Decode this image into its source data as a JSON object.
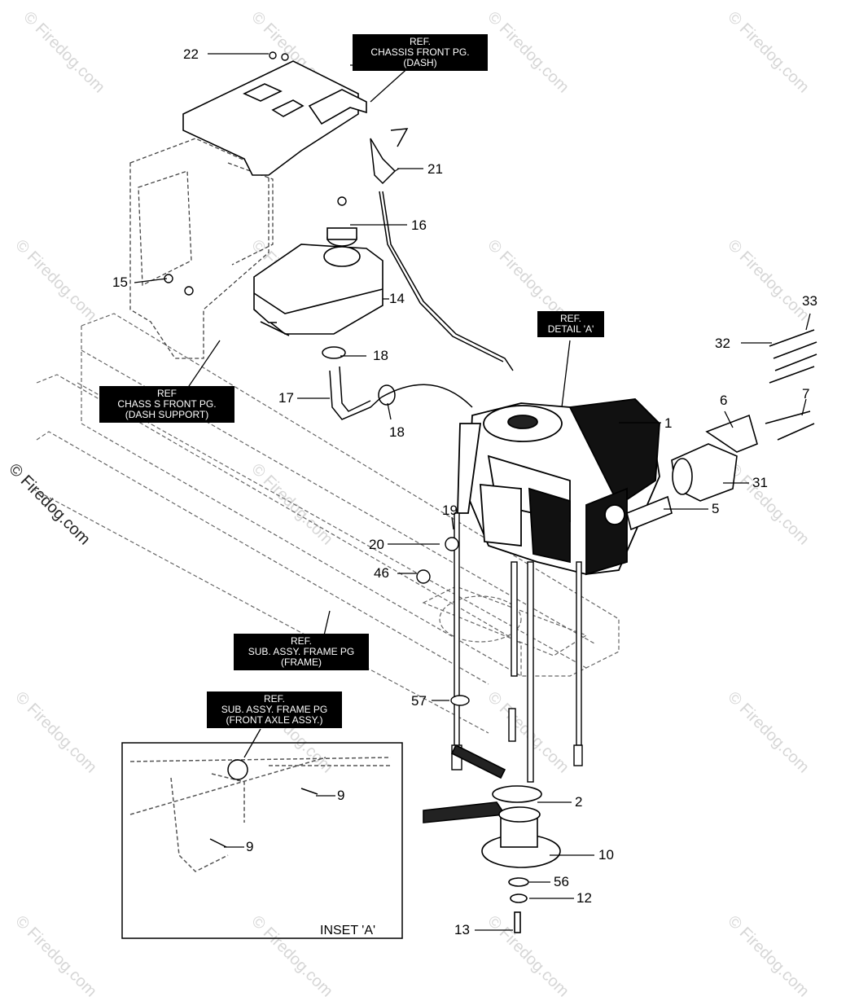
{
  "watermark": {
    "text": "© Firedog.com",
    "color": "#d6d6d6",
    "side_color": "#222222"
  },
  "callouts": {
    "chassis_dash": [
      "REF.",
      "CHASSIS FRONT PG.",
      "(DASH)"
    ],
    "detail_a": [
      "REF.",
      "DETAIL 'A'"
    ],
    "dash_support": [
      "REF",
      "CHASS S FRONT PG.",
      "(DASH SUPPORT)"
    ],
    "frame": [
      "REF.",
      "SUB. ASSY. FRAME PG",
      "(FRAME)"
    ],
    "front_axle": [
      "REF.",
      "SUB. ASSY. FRAME PG",
      "(FRONT AXLE ASSY.)"
    ]
  },
  "parts": {
    "p22": "22",
    "p21": "21",
    "p16": "16",
    "p15": "15",
    "p14": "14",
    "p18a": "18",
    "p17": "17",
    "p18b": "18",
    "p33": "33",
    "p32": "32",
    "p6": "6",
    "p7": "7",
    "p1": "1",
    "p31": "31",
    "p5": "5",
    "p19": "19",
    "p20": "20",
    "p46": "46",
    "p57": "57",
    "p2": "2",
    "p10": "10",
    "p56": "56",
    "p12": "12",
    "p13": "13",
    "p9a": "9",
    "p9b": "9"
  },
  "inset": {
    "caption": "INSET 'A'"
  }
}
